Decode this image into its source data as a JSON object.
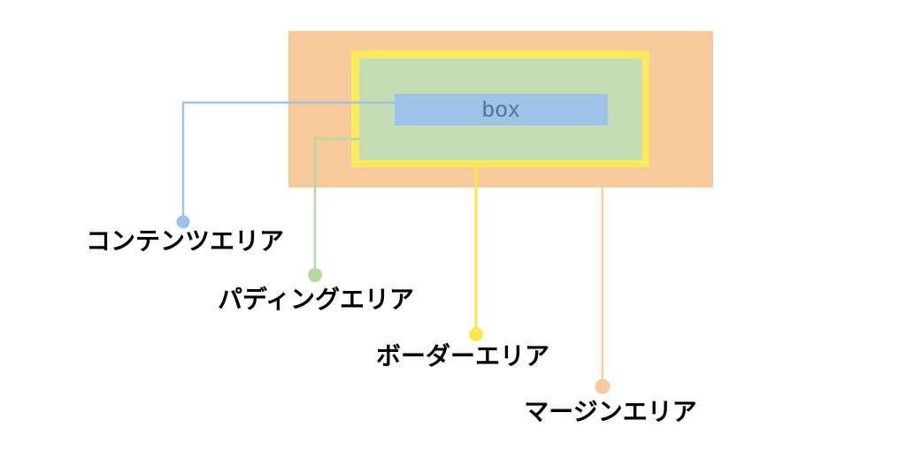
{
  "diagram": {
    "description_note": "CSS box model diagram",
    "box_label": "box"
  },
  "labels": {
    "content": "コンテンツエリア",
    "padding": "パディングエリア",
    "border": "ボーダーエリア",
    "margin": "マージンエリア"
  },
  "colors": {
    "background": "#FFFFFF",
    "margin": "#F6CA9B",
    "border": "#FCEA5C",
    "padding": "#C5DDB4",
    "content": "#9DC3E6",
    "connector_content": "#9DC3E6",
    "connector_padding": "#B7D8A3",
    "connector_border": "#FAE64F",
    "connector_margin": "#F6CA9B",
    "box_text": "#4F7391",
    "label_text": "#000000"
  }
}
